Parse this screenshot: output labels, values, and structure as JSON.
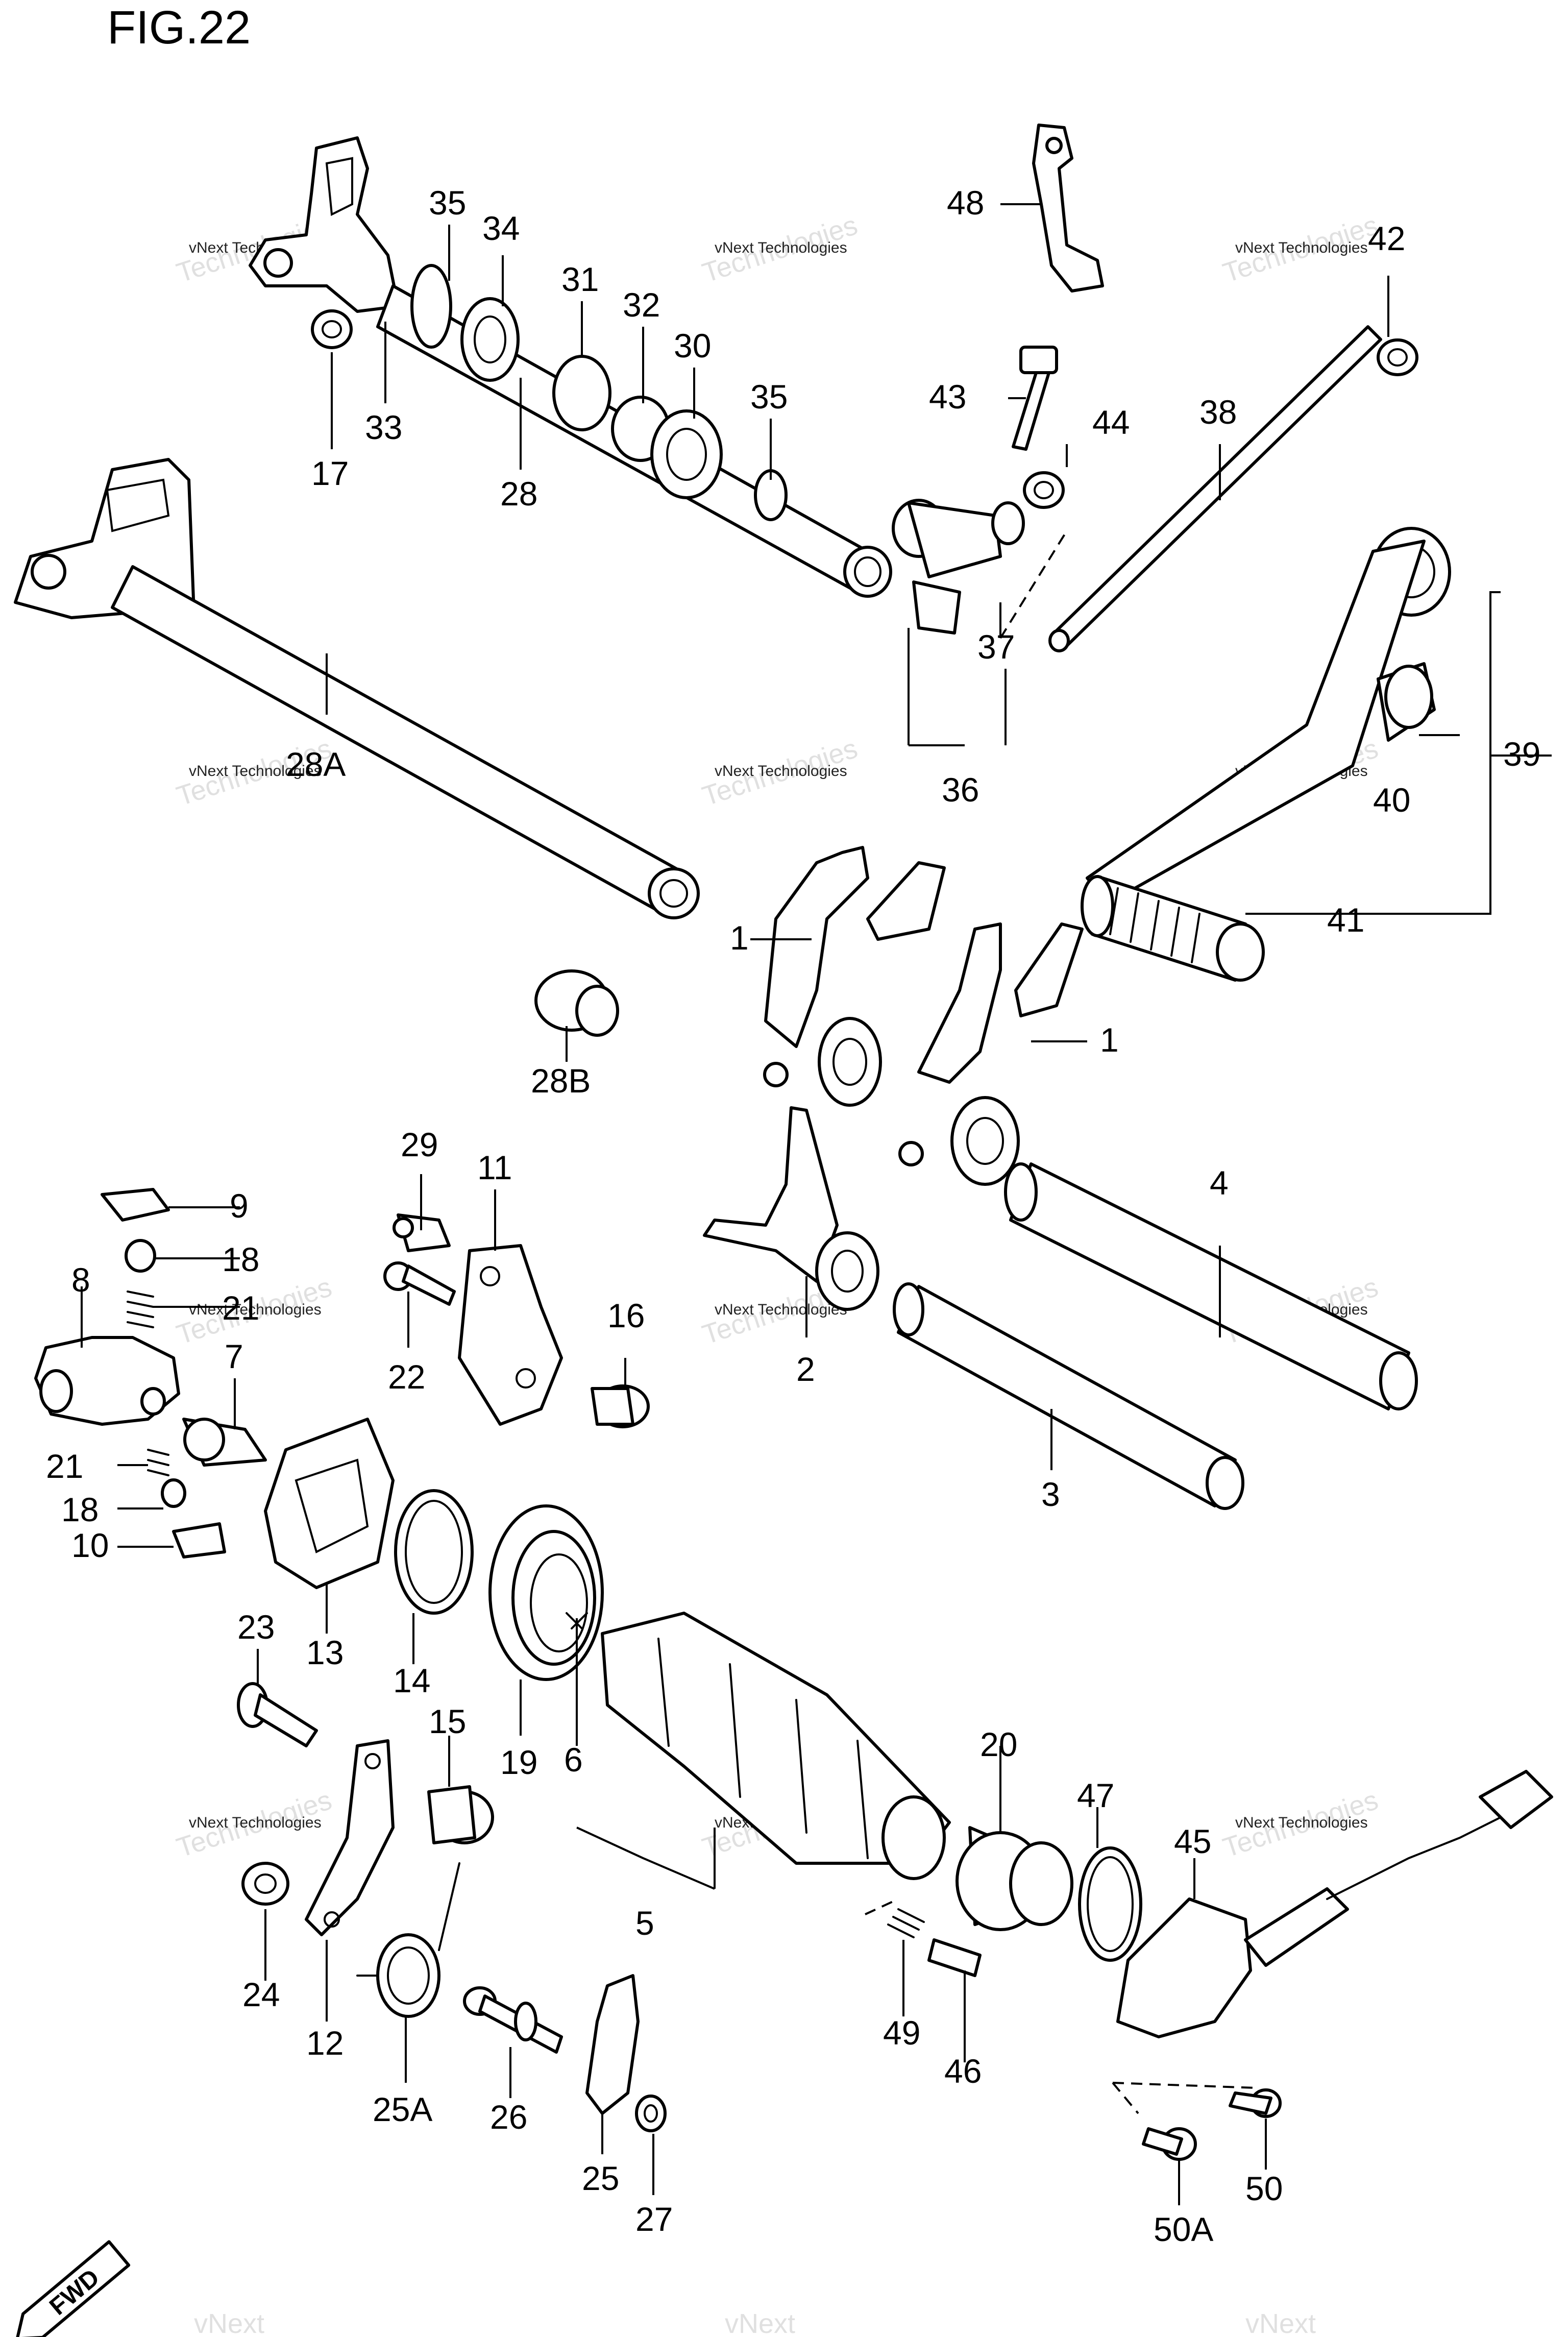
{
  "figure": {
    "title": "FIG.22"
  },
  "watermark": {
    "small_text": "vNext Technologies",
    "large_text": "Technologies",
    "top_text": "vNext"
  },
  "orientation": {
    "badge": "FWD"
  },
  "callouts": [
    {
      "id": "c35a",
      "label": "35"
    },
    {
      "id": "c34",
      "label": "34"
    },
    {
      "id": "c31",
      "label": "31"
    },
    {
      "id": "c32",
      "label": "32"
    },
    {
      "id": "c30",
      "label": "30"
    },
    {
      "id": "c35b",
      "label": "35"
    },
    {
      "id": "c33",
      "label": "33"
    },
    {
      "id": "c17",
      "label": "17"
    },
    {
      "id": "c28",
      "label": "28"
    },
    {
      "id": "c48",
      "label": "48"
    },
    {
      "id": "c42",
      "label": "42"
    },
    {
      "id": "c43",
      "label": "43"
    },
    {
      "id": "c44",
      "label": "44"
    },
    {
      "id": "c38",
      "label": "38"
    },
    {
      "id": "c37",
      "label": "37"
    },
    {
      "id": "c36",
      "label": "36"
    },
    {
      "id": "c39",
      "label": "39"
    },
    {
      "id": "c40",
      "label": "40"
    },
    {
      "id": "c41",
      "label": "41"
    },
    {
      "id": "c28A",
      "label": "28A"
    },
    {
      "id": "c28B",
      "label": "28B"
    },
    {
      "id": "c1a",
      "label": "1"
    },
    {
      "id": "c1b",
      "label": "1"
    },
    {
      "id": "c29",
      "label": "29"
    },
    {
      "id": "c11",
      "label": "11"
    },
    {
      "id": "c9",
      "label": "9"
    },
    {
      "id": "c18a",
      "label": "18"
    },
    {
      "id": "c8",
      "label": "8"
    },
    {
      "id": "c21a",
      "label": "21"
    },
    {
      "id": "c22",
      "label": "22"
    },
    {
      "id": "c16",
      "label": "16"
    },
    {
      "id": "c2",
      "label": "2"
    },
    {
      "id": "c4",
      "label": "4"
    },
    {
      "id": "c7",
      "label": "7"
    },
    {
      "id": "c21b",
      "label": "21"
    },
    {
      "id": "c18b",
      "label": "18"
    },
    {
      "id": "c10",
      "label": "10"
    },
    {
      "id": "c3",
      "label": "3"
    },
    {
      "id": "c13",
      "label": "13"
    },
    {
      "id": "c14",
      "label": "14"
    },
    {
      "id": "c23",
      "label": "23"
    },
    {
      "id": "c19",
      "label": "19"
    },
    {
      "id": "c6",
      "label": "6"
    },
    {
      "id": "c20",
      "label": "20"
    },
    {
      "id": "c47",
      "label": "47"
    },
    {
      "id": "c45",
      "label": "45"
    },
    {
      "id": "c15",
      "label": "15"
    },
    {
      "id": "c5",
      "label": "5"
    },
    {
      "id": "c24",
      "label": "24"
    },
    {
      "id": "c12",
      "label": "12"
    },
    {
      "id": "c49",
      "label": "49"
    },
    {
      "id": "c46",
      "label": "46"
    },
    {
      "id": "c25A",
      "label": "25A"
    },
    {
      "id": "c26",
      "label": "26"
    },
    {
      "id": "c25",
      "label": "25"
    },
    {
      "id": "c27",
      "label": "27"
    },
    {
      "id": "c50",
      "label": "50"
    },
    {
      "id": "c50A",
      "label": "50A"
    }
  ]
}
